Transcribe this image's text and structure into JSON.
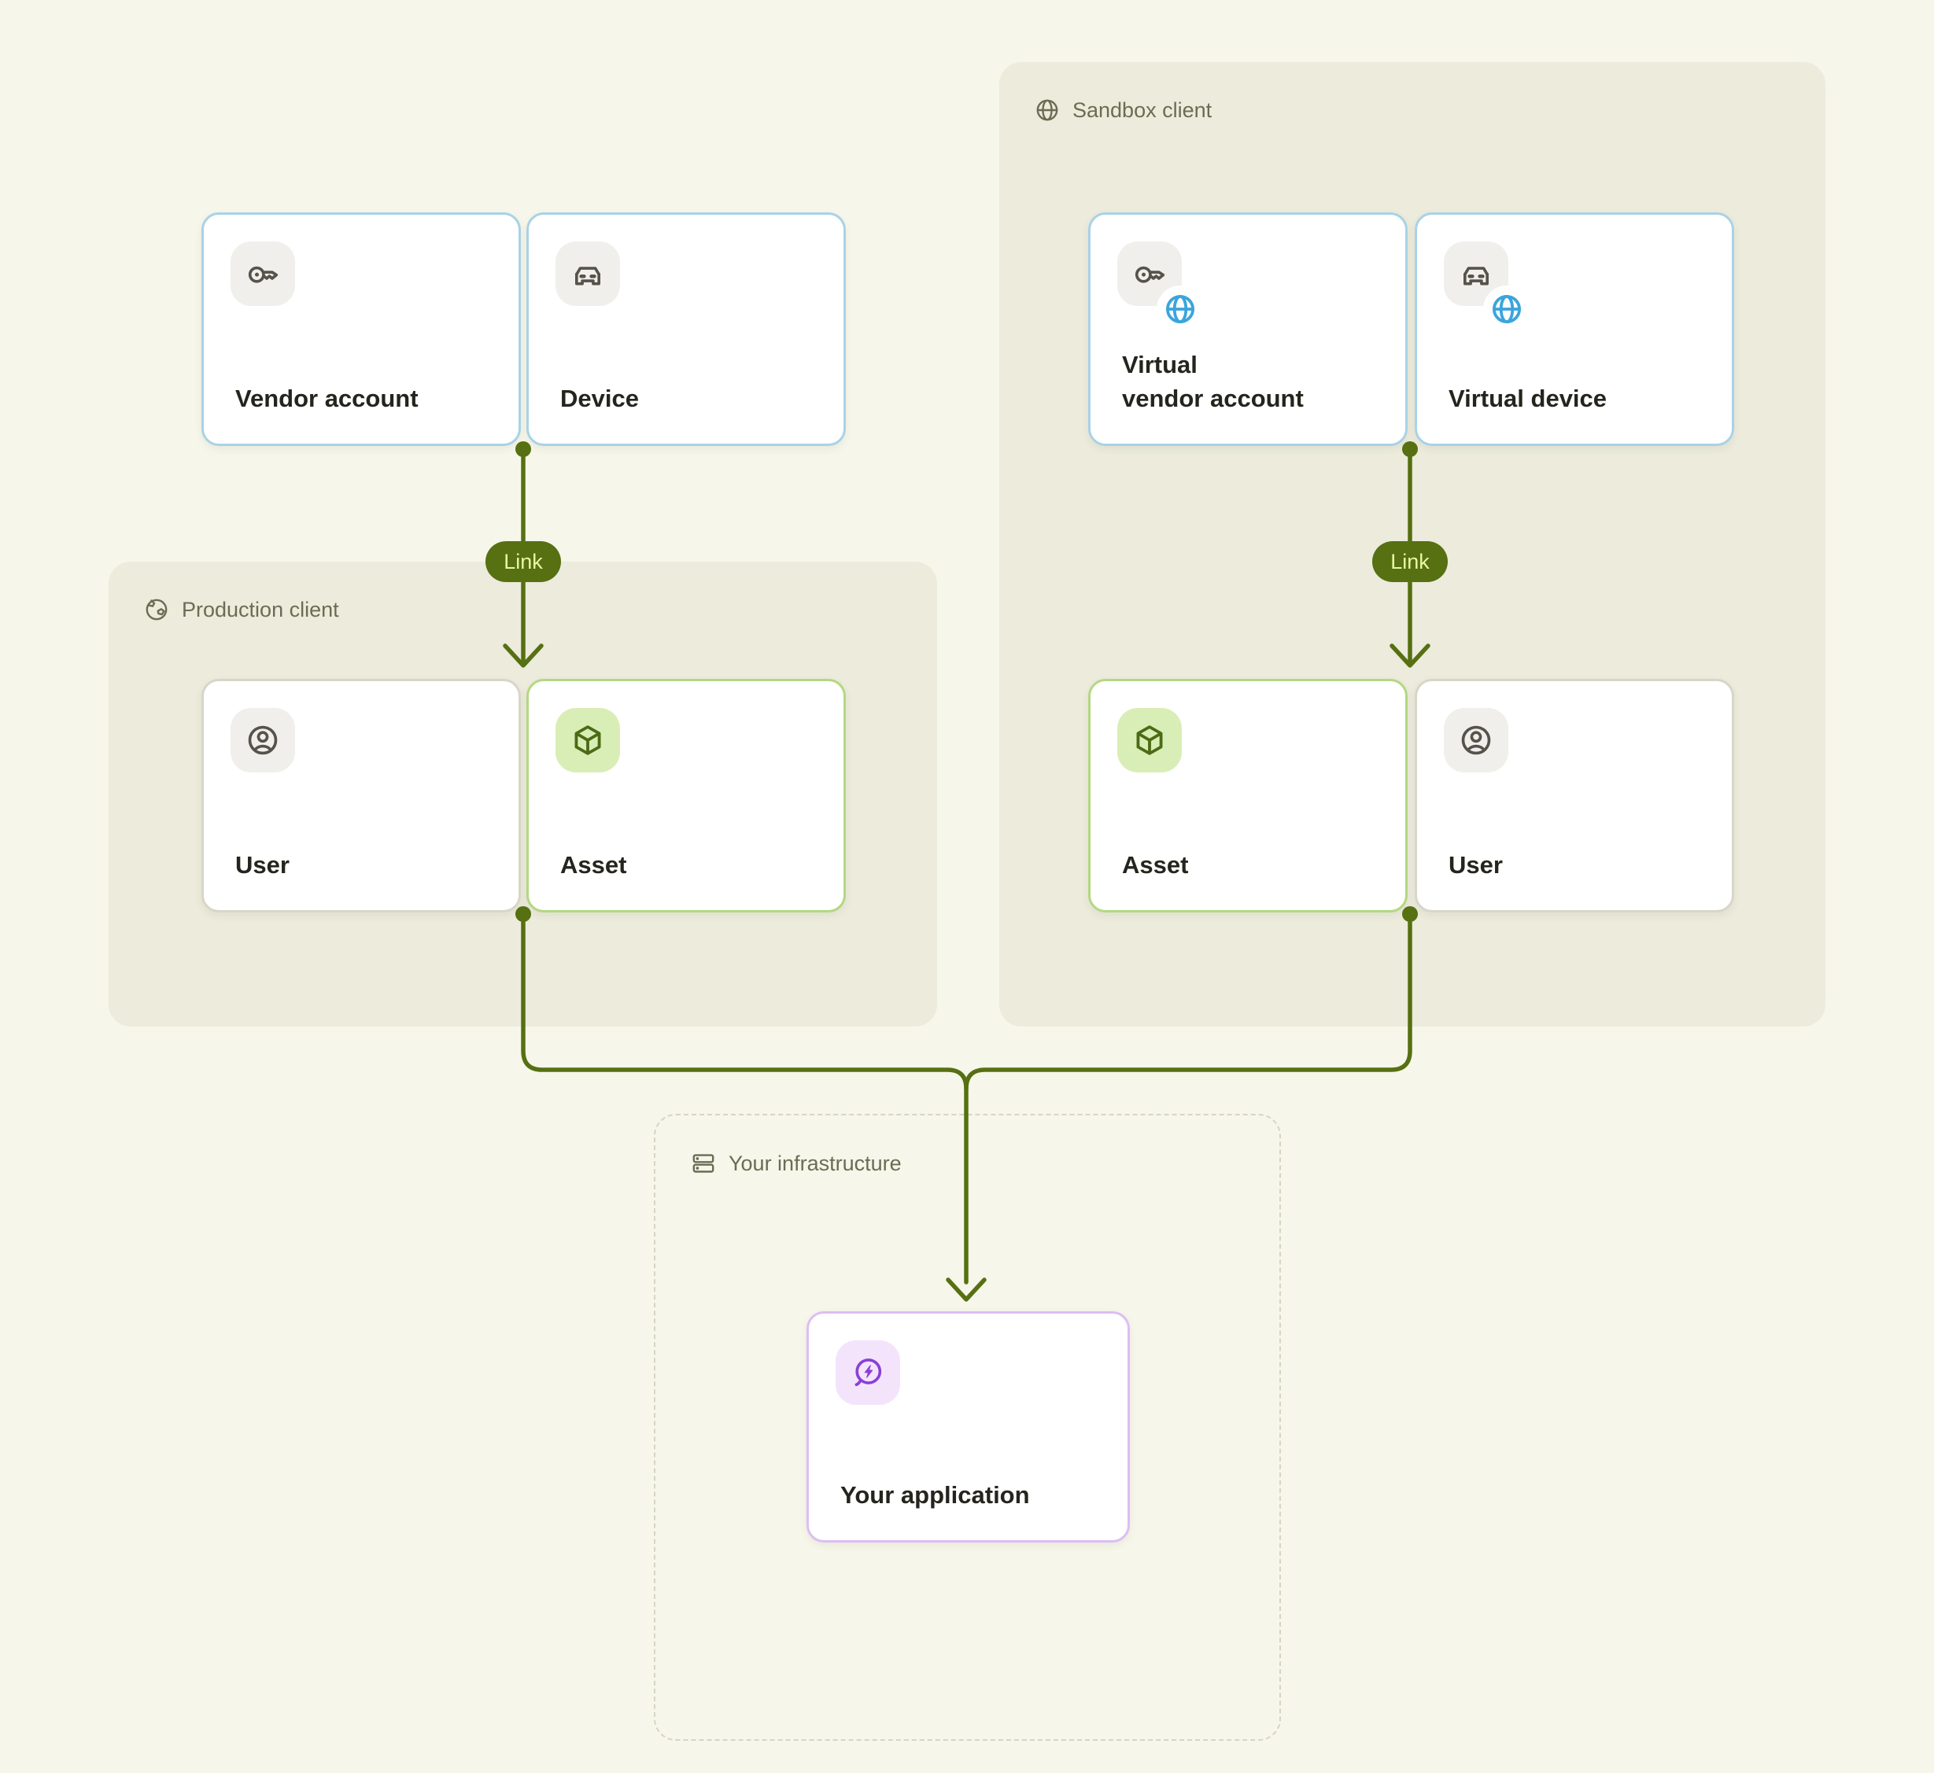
{
  "colors": {
    "page_bg": "#f6f6ea",
    "panel_bg": "#ecebdc",
    "accent_olive": "#567012",
    "pill_text": "#e9f7a6",
    "border_blue": "#a8d2e8",
    "border_green": "#b3d881",
    "border_gray": "#d8d6c8",
    "border_purple": "#ddbdf4",
    "globe_badge_blue": "#3ba5db",
    "header_text": "#6a6d53",
    "label_text": "#25241d"
  },
  "panels": {
    "sandbox": {
      "label": "Sandbox client",
      "icon": "globe-icon"
    },
    "production": {
      "label": "Production client",
      "icon": "earth-icon"
    },
    "infrastructure": {
      "label": "Your infrastructure",
      "icon": "server-icon"
    }
  },
  "cards": {
    "vendor_account": {
      "label": "Vendor account",
      "icon": "key-icon"
    },
    "device": {
      "label": "Device",
      "icon": "car-icon"
    },
    "virtual_vendor_account": {
      "label": "Virtual\nvendor account",
      "icon": "key-icon + globe-badge"
    },
    "virtual_device": {
      "label": "Virtual device",
      "icon": "car-icon + globe-badge"
    },
    "user_production": {
      "label": "User",
      "icon": "user-icon"
    },
    "asset_production": {
      "label": "Asset",
      "icon": "cube-icon"
    },
    "asset_sandbox": {
      "label": "Asset",
      "icon": "cube-icon"
    },
    "user_sandbox": {
      "label": "User",
      "icon": "user-icon"
    },
    "your_application": {
      "label": "Your application",
      "icon": "chat-bolt-icon"
    }
  },
  "connectors": {
    "link_left": "Link",
    "link_right": "Link"
  }
}
